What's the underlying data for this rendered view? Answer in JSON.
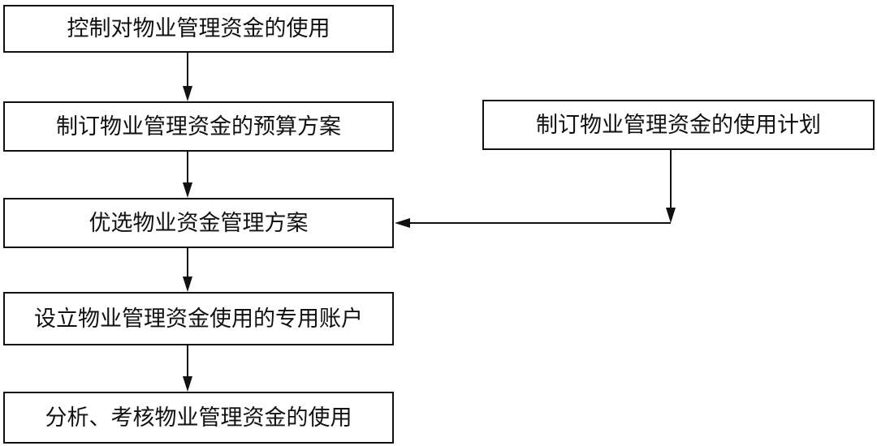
{
  "flowchart": {
    "steps": [
      "控制对物业管理资金的使用",
      "制订物业管理资金的预算方案",
      "优选物业资金管理方案",
      "设立物业管理资金使用的专用账户",
      "分析、考核物业管理资金的使用"
    ],
    "side_input": "制订物业管理资金的使用计划"
  },
  "colors": {
    "line": "#111111",
    "box_border": "#111111",
    "background": "#ffffff"
  }
}
